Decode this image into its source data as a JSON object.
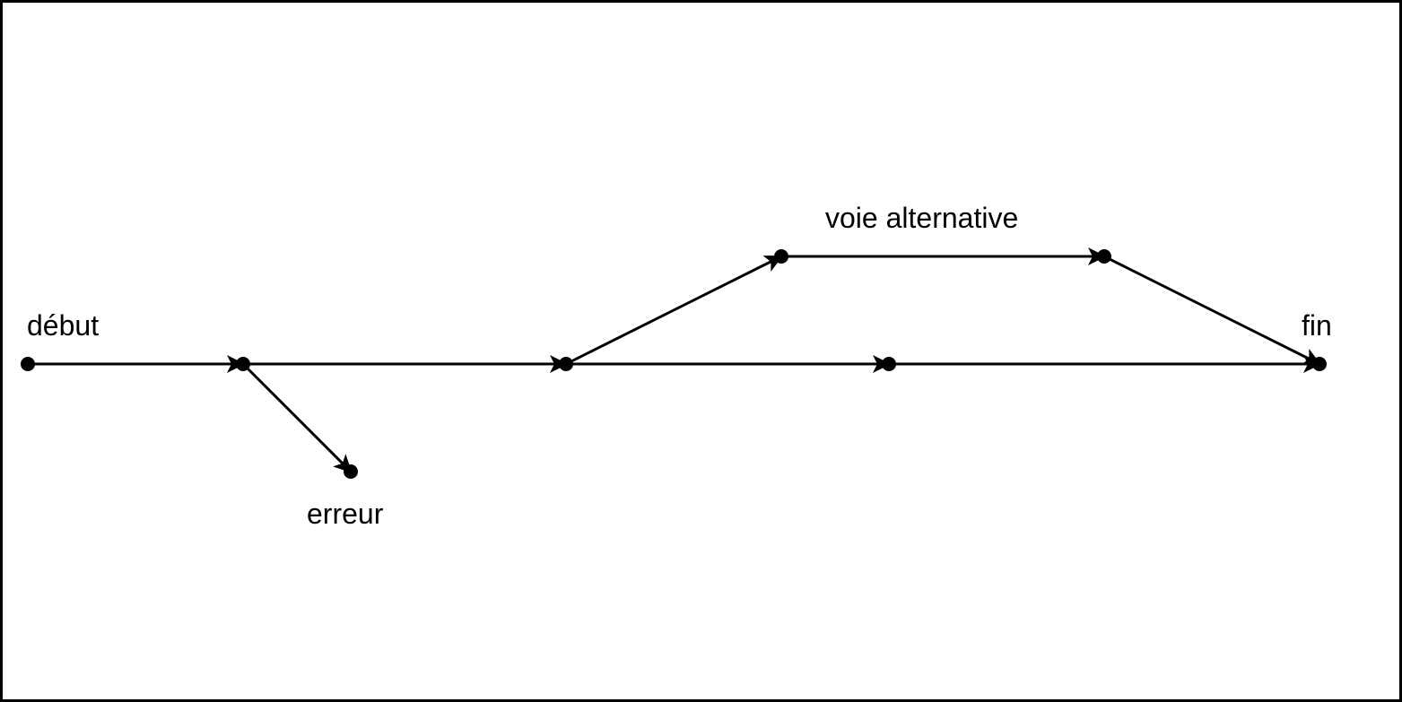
{
  "diagram": {
    "line_color": "#000000",
    "labels": {
      "start": "début",
      "error": "erreur",
      "alternative": "voie alternative",
      "end": "fin"
    },
    "nodes": [
      {
        "id": "start"
      },
      {
        "id": "n1"
      },
      {
        "id": "error"
      },
      {
        "id": "n2"
      },
      {
        "id": "n3"
      },
      {
        "id": "alt1"
      },
      {
        "id": "alt2"
      },
      {
        "id": "end"
      }
    ],
    "edges": [
      {
        "from": "start",
        "to": "n1"
      },
      {
        "from": "n1",
        "to": "error"
      },
      {
        "from": "n1",
        "to": "n2"
      },
      {
        "from": "n2",
        "to": "n3"
      },
      {
        "from": "n3",
        "to": "end"
      },
      {
        "from": "n2",
        "to": "alt1"
      },
      {
        "from": "alt1",
        "to": "alt2"
      },
      {
        "from": "alt2",
        "to": "end"
      }
    ]
  }
}
